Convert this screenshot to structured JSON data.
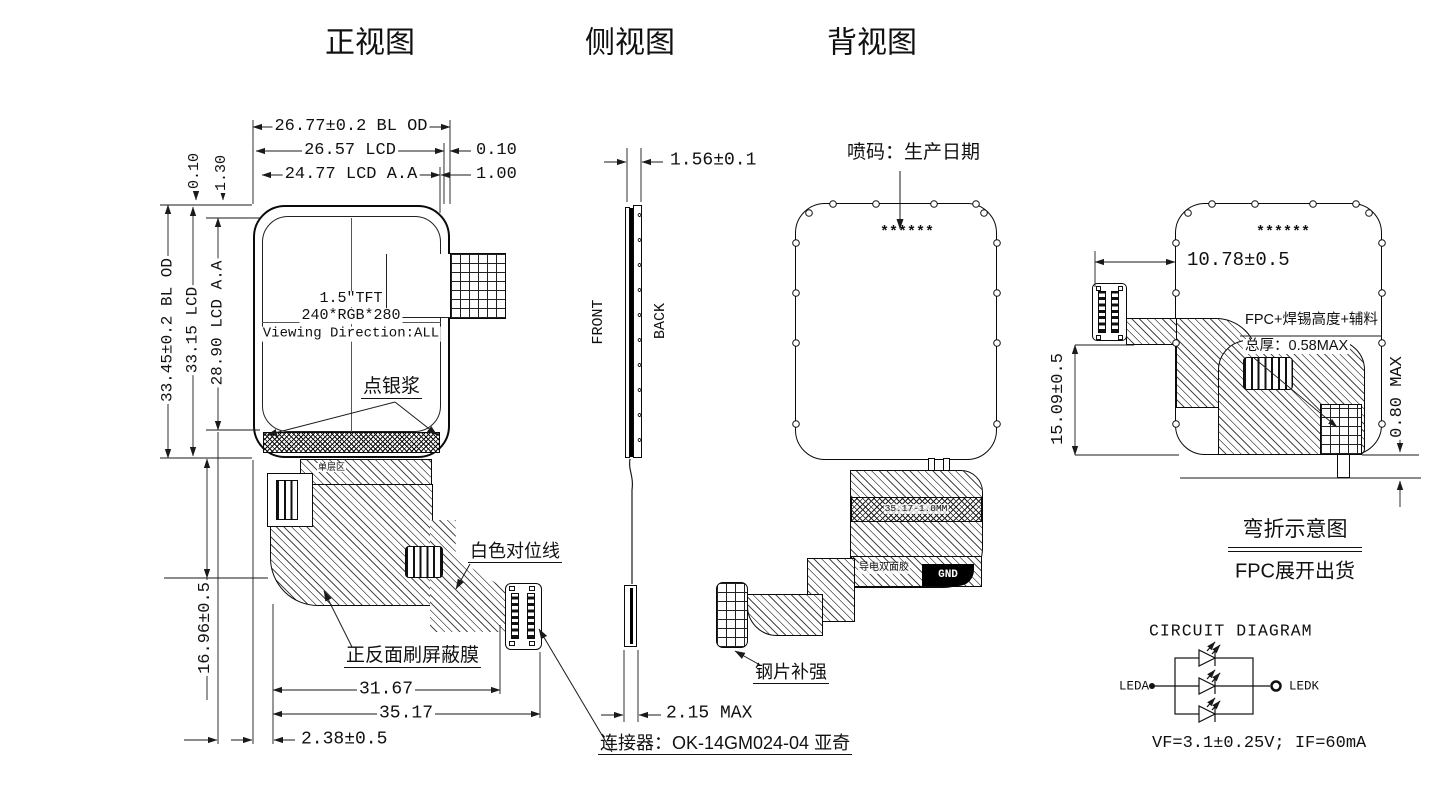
{
  "titles": {
    "front": "正视图",
    "side": "侧视图",
    "back": "背视图"
  },
  "front_view": {
    "dim_bl_od": "26.77±0.2 BL OD",
    "dim_lcd": "26.57 LCD",
    "dim_aa": "24.77 LCD A.A",
    "gap_right_top": "0.10",
    "gap_right_bottom": "1.00",
    "gap_left_a": "0.10",
    "gap_left_b": "1.30",
    "dim_v_bl_od": "33.45±0.2 BL OD",
    "dim_v_lcd": "33.15 LCD",
    "dim_v_aa": "28.90 LCD A.A",
    "dim_fpc_drop": "16.96±0.5",
    "dim_fpc_w1": "31.67",
    "dim_fpc_w2": "35.17",
    "dim_offset": "2.38±0.5",
    "panel_line1": "1.5\"TFT",
    "panel_line2": "240*RGB*280",
    "panel_line3": "Viewing Direction:ALL",
    "label_silver_paste": "点银浆",
    "label_single_layer": "单层区",
    "label_white_align": "白色对位线",
    "label_shield_film": "正反面刷屏蔽膜",
    "label_connector": "连接器：OK-14GM024-04 亚奇"
  },
  "side_view": {
    "dim_thickness": "1.56±0.1",
    "label_front": "FRONT",
    "label_back": "BACK",
    "dim_connector": "2.15 MAX"
  },
  "back_view": {
    "label_jet_code": "喷码：生产日期",
    "serial": "******",
    "band_tape": "35.17-1.0MM",
    "band_conductive": "导电双面胶",
    "label_gnd": "GND",
    "label_steel": "钢片补强"
  },
  "bend_view": {
    "serial": "******",
    "dim_width": "10.78±0.5",
    "dim_height": "15.09±0.5",
    "dim_gap": "0.80 MAX",
    "note_line1": "FPC+焊锡高度+辅料",
    "note_line2": "总厚：0.58MAX",
    "caption_main": "弯折示意图",
    "caption_sub": "FPC展开出货"
  },
  "circuit": {
    "title": "CIRCUIT DIAGRAM",
    "pin_left": "LEDA",
    "pin_right": "LEDK",
    "spec": "VF=3.1±0.25V; IF=60mA"
  }
}
